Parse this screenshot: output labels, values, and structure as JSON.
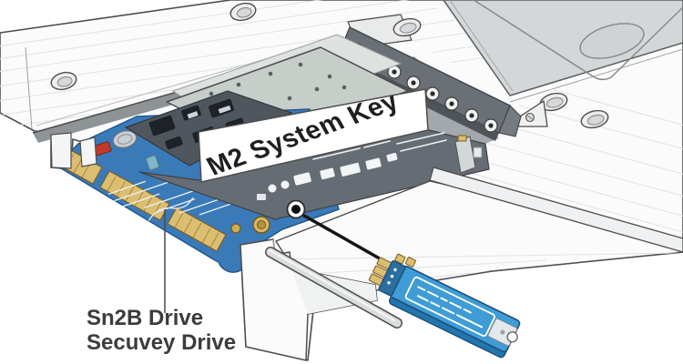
{
  "figure": {
    "type": "hardware-installation-illustration",
    "banner_label": "M2 System Key",
    "callout_label": {
      "line1": "Sn2B Drive",
      "line2": "Secuvey Drive"
    }
  },
  "colors": {
    "background": "#ffffff",
    "outline": "#4d4d4d",
    "chassis": "#fbfbfb",
    "panel": "#d4d7d8",
    "bracket": "#6a7076",
    "heatsink": "#c7cec9",
    "pcb_blue": "#3b7ab8",
    "gold": "#dcbe72",
    "ssd_blue": "#3f9cd6",
    "banner": "#ffffff",
    "label_text": "#3c3c3c"
  }
}
